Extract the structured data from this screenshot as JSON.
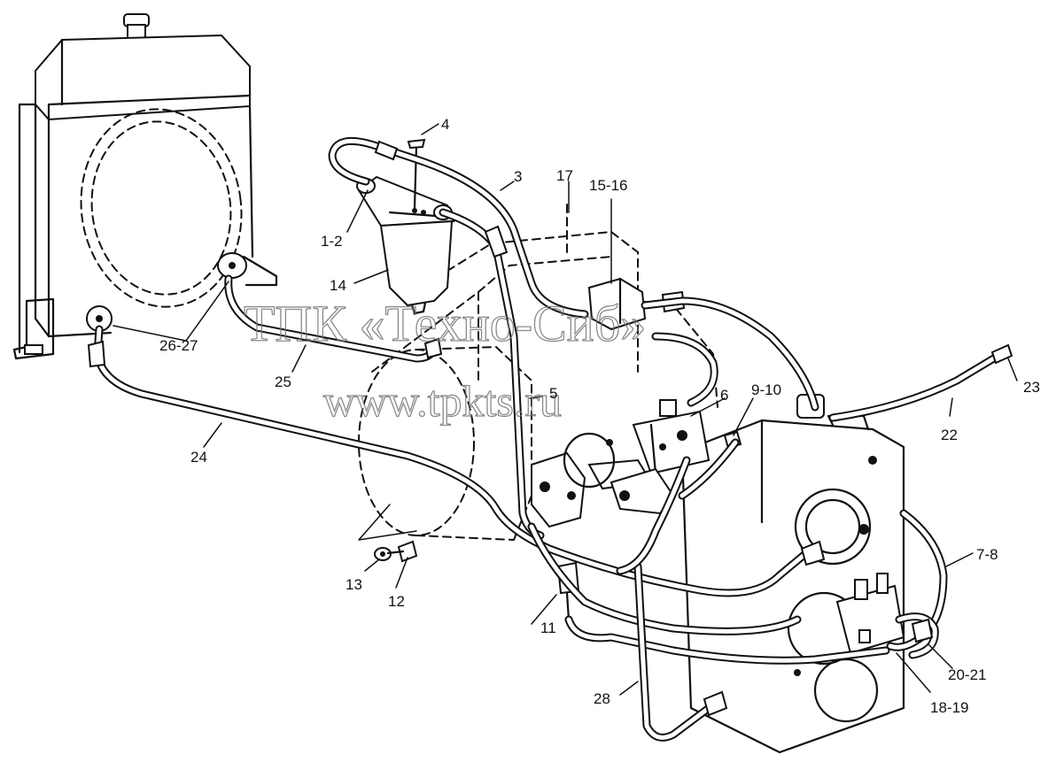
{
  "labels": {
    "l1_2": "1-2",
    "l3": "3",
    "l4": "4",
    "l5": "5",
    "l6": "6",
    "l7_8": "7-8",
    "l9_10": "9-10",
    "l11": "11",
    "l12": "12",
    "l13": "13",
    "l14": "14",
    "l15_16": "15-16",
    "l17": "17",
    "l18_19": "18-19",
    "l20_21": "20-21",
    "l22": "22",
    "l23": "23",
    "l24": "24",
    "l25": "25",
    "l26_27": "26-27",
    "l28": "28"
  },
  "watermark": {
    "line1": "ТПК «Техно-Сиб»",
    "line2": "www.tpkts.ru"
  }
}
